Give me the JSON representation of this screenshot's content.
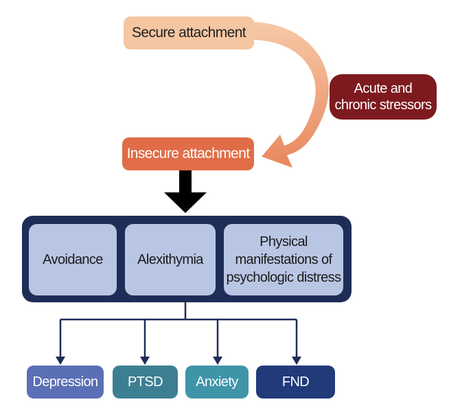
{
  "nodes": {
    "secure_attachment": "Secure attachment",
    "insecure_attachment": "Insecure attachment",
    "stressors": "Acute and\nchronic stressors"
  },
  "traits": {
    "avoidance": "Avoidance",
    "alexithymia": "Alexithymia",
    "physical": "Physical\nmanifestations of\npsychologic distress"
  },
  "outcomes": {
    "depression": "Depression",
    "ptsd": "PTSD",
    "anxiety": "Anxiety",
    "fnd": "FND"
  },
  "colors": {
    "secure_fill": "#f5c6a2",
    "insecure_fill": "#e06d47",
    "stressors_fill": "#7d1a1f",
    "traits_frame": "#1e2d57",
    "traits_fill": "#b9c6e3",
    "depression_fill": "#5a6fb5",
    "ptsd_fill": "#3d7f92",
    "anxiety_fill": "#3f94a8",
    "fnd_fill": "#213a7a"
  }
}
